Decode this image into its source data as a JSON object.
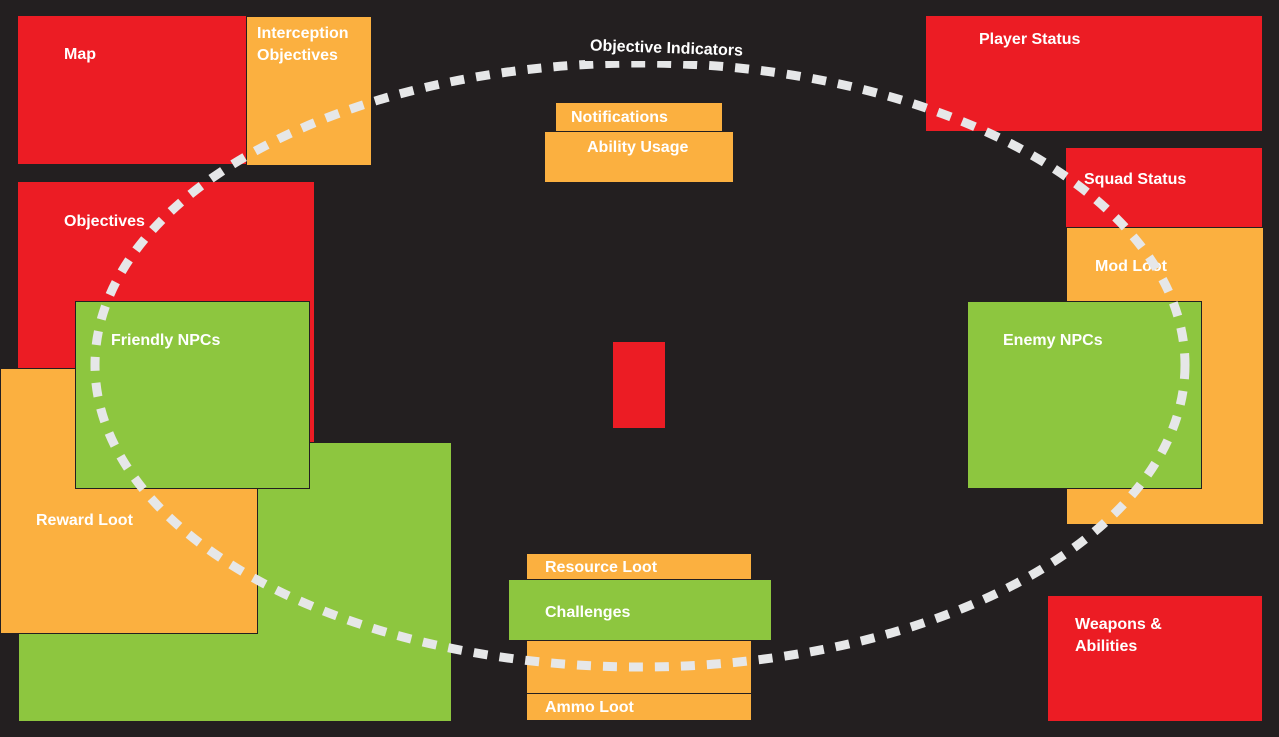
{
  "colors": {
    "background": "#231f20",
    "red": "#ec1c24",
    "orange": "#fbb040",
    "green": "#8dc63f",
    "ring": "#e6e7e8"
  },
  "ring_label": "Objective Indicators",
  "zones": {
    "map": "Map",
    "interception_objectives": "Interception\nObjectives",
    "player_status": "Player Status",
    "objectives": "Objectives",
    "notifications": "Notifications",
    "ability_usage": "Ability Usage",
    "squad_status": "Squad Status",
    "mod_loot": "Mod Loot",
    "friendly_npcs": "Friendly NPCs",
    "enemy_npcs": "Enemy NPCs",
    "reward_loot": "Reward Loot",
    "resource_loot": "Resource Loot",
    "challenges": "Challenges",
    "ammo_loot": "Ammo Loot",
    "weapons_abilities": "Weapons &\nAbilities"
  }
}
